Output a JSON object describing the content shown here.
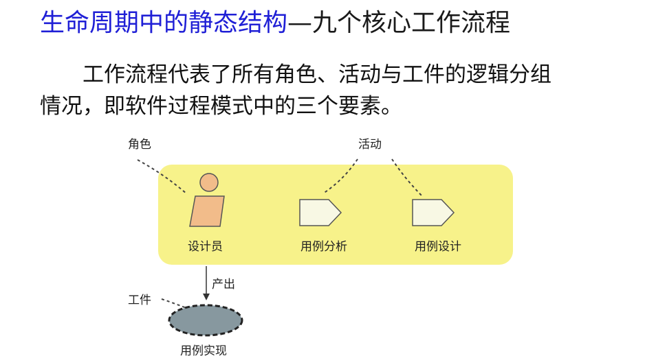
{
  "title": {
    "blue_part": "生命周期中的静态结构",
    "dash": "—",
    "dark_part": "九个核心工作流程"
  },
  "paragraph": {
    "line1": "工作流程代表了所有角色、活动与工件的逻辑分组",
    "line2": "情况，即软件过程模式中的三个要素。"
  },
  "diagram": {
    "callout_role": "角色",
    "callout_activity": "活动",
    "callout_artifact": "工件",
    "worker_label": "设计员",
    "activity1_label": "用例分析",
    "activity2_label": "用例设计",
    "arrow_label": "产出",
    "artifact_label": "用例实现",
    "colors": {
      "workflow_band": "#f7f28a",
      "worker_fill": "#f2bc8a",
      "artifact_fill": "#87989f",
      "title_blue": "#1f1fd6"
    }
  }
}
